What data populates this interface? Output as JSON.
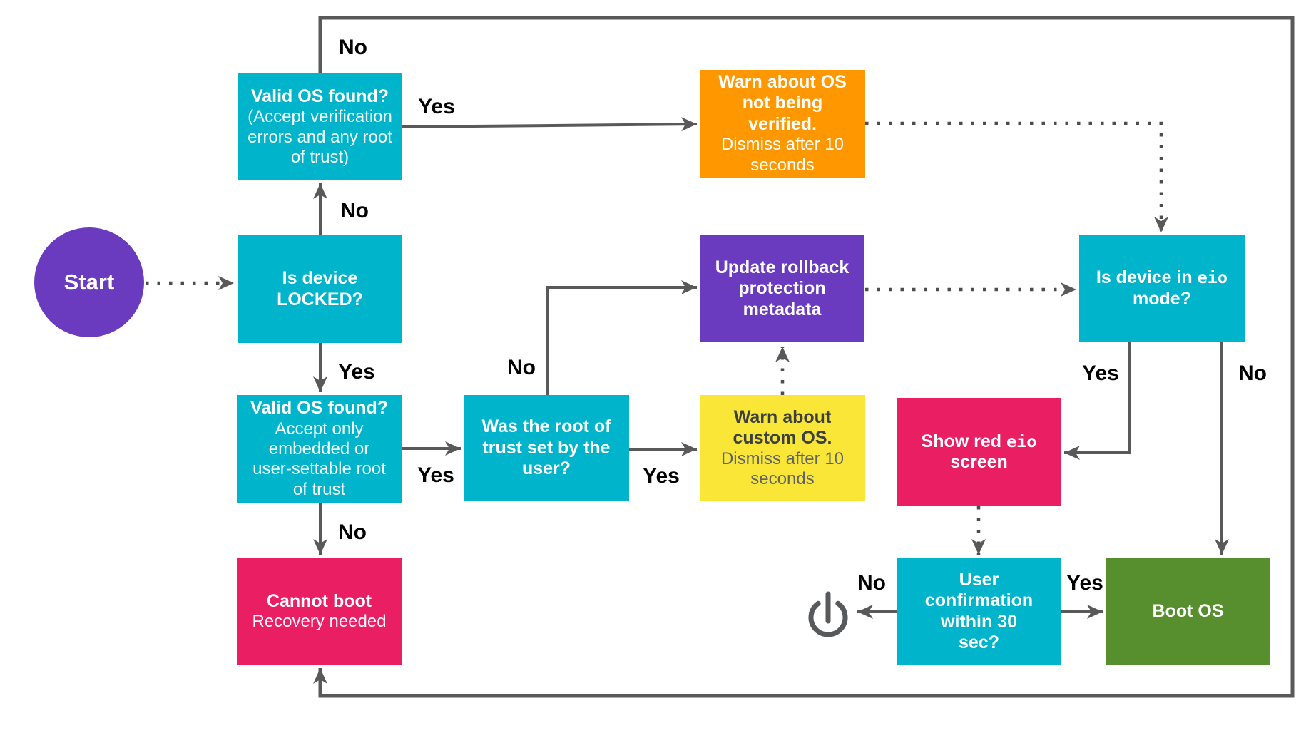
{
  "nodes": {
    "start": {
      "label": "Start",
      "color": "#6a3abf"
    },
    "valid_os_unlocked": {
      "title": "Valid OS found?",
      "subtitle": "(Accept verification errors and any root of trust)",
      "color": "#00b4cb"
    },
    "is_device_locked": {
      "title": "Is device LOCKED?",
      "color": "#00b4cb"
    },
    "warn_not_verified": {
      "title": "Warn about OS not being verified.",
      "subtitle": "Dismiss after 10 seconds",
      "color": "#ff9800"
    },
    "update_rollback": {
      "title": "Update rollback protection metadata",
      "color": "#6a3abf"
    },
    "is_eio_mode": {
      "title_prefix": "Is device in ",
      "title_code": "eio",
      "title_suffix": " mode?",
      "color": "#00b4cb"
    },
    "valid_os_locked": {
      "title": "Valid OS found?",
      "subtitle": "Accept only embedded or user-settable root of trust",
      "color": "#00b4cb"
    },
    "root_of_trust_user": {
      "title": "Was the root of trust set by the user?",
      "color": "#00b4cb"
    },
    "warn_custom_os": {
      "title": "Warn about custom OS.",
      "subtitle": "Dismiss after 10 seconds",
      "color": "#f9e636"
    },
    "show_red_eio": {
      "title_prefix": "Show red ",
      "title_code": "eio",
      "title_suffix": " screen",
      "color": "#e91e63"
    },
    "cannot_boot": {
      "title": "Cannot boot",
      "subtitle": "Recovery needed",
      "color": "#e91e63"
    },
    "user_confirmation": {
      "title": "User confirmation within 30 sec?",
      "color": "#00b4cb"
    },
    "boot_os": {
      "title": "Boot OS",
      "color": "#578f2f"
    }
  },
  "edge_labels": {
    "valid_os_unlocked_no": "No",
    "valid_os_unlocked_yes": "Yes",
    "locked_no": "No",
    "locked_yes": "Yes",
    "root_of_trust_no": "No",
    "valid_os_locked_yes": "Yes",
    "root_of_trust_yes": "Yes",
    "eio_yes": "Yes",
    "eio_no": "No",
    "valid_os_locked_no": "No",
    "confirmation_no": "No",
    "confirmation_yes": "Yes"
  },
  "icons": {
    "power": "power-icon"
  },
  "colors": {
    "cyan": "#00b4cb",
    "purple": "#6a3abf",
    "orange": "#ff9800",
    "yellow": "#f9e636",
    "pink": "#e91e63",
    "green": "#578f2f",
    "connector_gray": "#595959",
    "label_black": "#000000"
  }
}
